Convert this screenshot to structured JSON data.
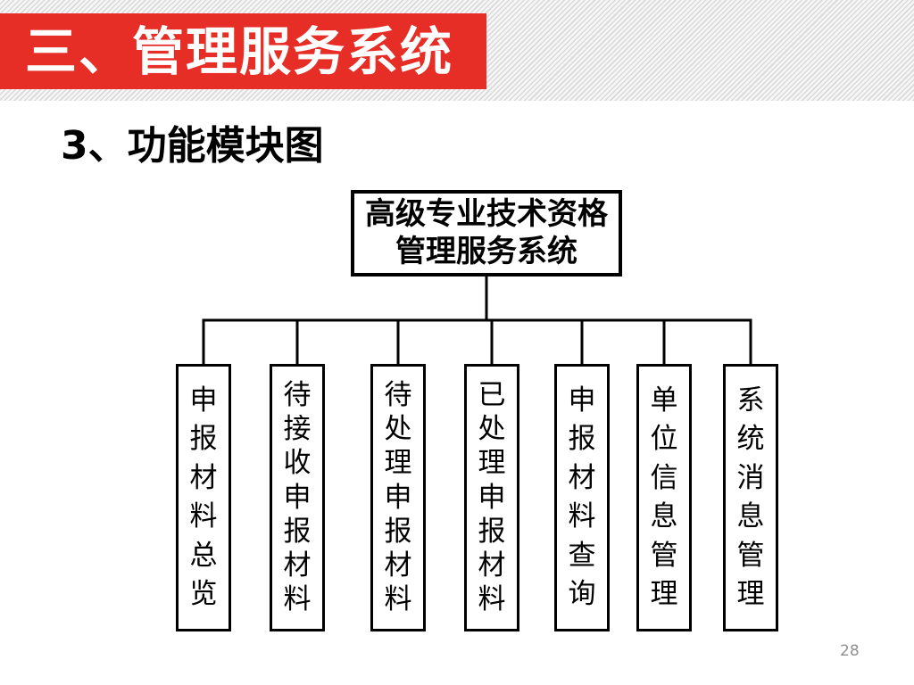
{
  "banner": {
    "title": "三、管理服务系统"
  },
  "subtitle": "3、功能模块图",
  "diagram": {
    "root_lines": [
      "高级专业技术资格",
      "管理服务系统"
    ],
    "modules": [
      {
        "label": "申报材料总览"
      },
      {
        "label": "待接收申报材料"
      },
      {
        "label": "待处理申报材料"
      },
      {
        "label": "已处理申报材料"
      },
      {
        "label": "申报材料查询"
      },
      {
        "label": "单位信息管理"
      },
      {
        "label": "系统消息管理"
      }
    ]
  },
  "page_number": "28",
  "colors": {
    "banner_red": "#e62d26",
    "banner_text": "#ffffff",
    "diagram_line": "#000000",
    "stripe_gray": "#d9d9d9",
    "page_number_gray": "#8f8f8f"
  }
}
